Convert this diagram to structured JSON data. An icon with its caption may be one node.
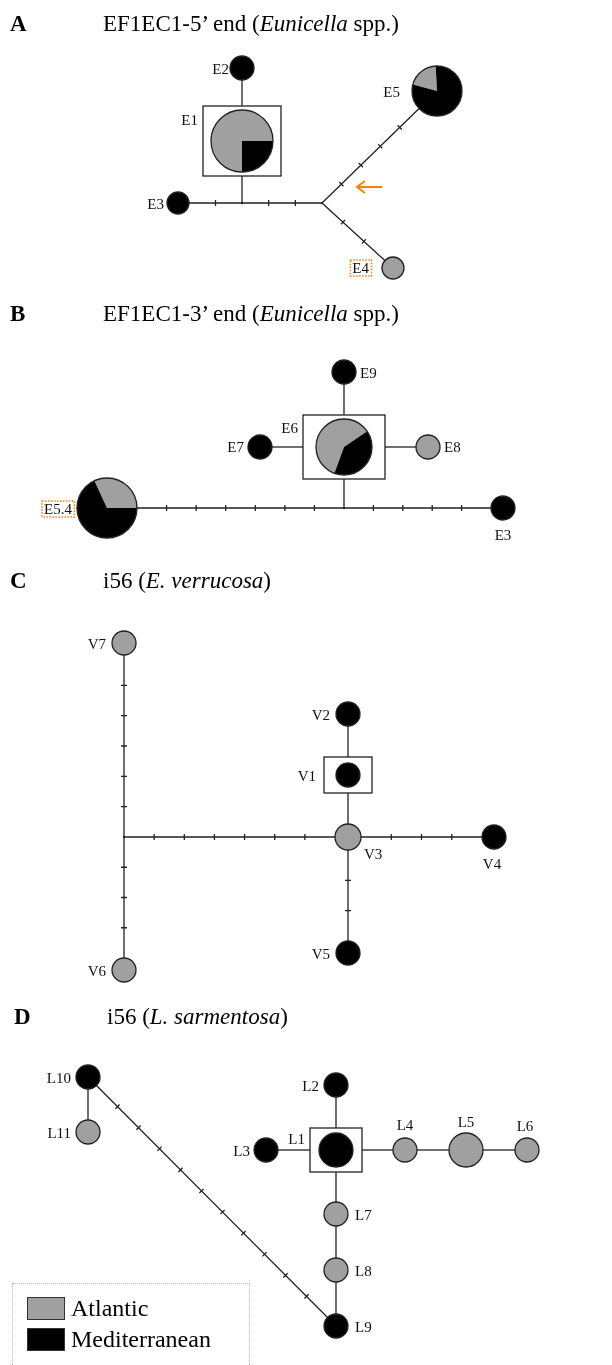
{
  "diagram": {
    "nodes": [
      {
        "text": [
          "E2"
        ]
      },
      {
        "text": [
          "E1"
        ]
      },
      {
        "text": [
          "E3"
        ]
      },
      {
        "text": [],
        "shape": "point"
      },
      {
        "text": [
          "E5"
        ]
      },
      {
        "text": [],
        "shape": "point"
      },
      {
        "text": [
          "E4"
        ]
      },
      {
        "text": [
          "E9"
        ]
      },
      {
        "text": [
          "E7"
        ]
      },
      {
        "text": [
          "E6"
        ]
      },
      {
        "text": [
          "E8"
        ]
      },
      {
        "text": [
          "E5.4"
        ]
      },
      {
        "text": [],
        "shape": "point"
      },
      {
        "text": [
          "E3"
        ]
      },
      {
        "text": [
          "V7"
        ]
      },
      {
        "text": [
          "V2"
        ]
      },
      {
        "text": [
          "V1"
        ]
      },
      {
        "text": [],
        "shape": "point"
      },
      {
        "text": [
          "V3"
        ]
      },
      {
        "text": [
          "V4"
        ]
      },
      {
        "text": [
          "V5"
        ]
      },
      {
        "text": [
          "V6"
        ]
      },
      {
        "text": [
          "L10"
        ]
      },
      {
        "text": [
          "L2"
        ]
      },
      {
        "text": [
          "L11"
        ]
      },
      {
        "text": [
          "L3"
        ]
      },
      {
        "text": [
          "L1"
        ]
      },
      {
        "text": [
          "L4"
        ]
      },
      {
        "text": [
          "L5"
        ]
      },
      {
        "text": [
          "L6"
        ]
      },
      {
        "text": [
          "L7"
        ]
      },
      {
        "text": [
          "L8"
        ]
      },
      {
        "text": [
          "L9"
        ]
      }
    ],
    "edges": [
      {
        "from": 0,
        "to": 1,
        "arrow": "none"
      },
      {
        "from": 1,
        "to": 3,
        "arrow": "none"
      },
      {
        "from": 2,
        "to": 3,
        "arrow": "none"
      },
      {
        "from": 3,
        "to": 5,
        "arrow": "none"
      },
      {
        "from": 5,
        "to": 4,
        "arrow": "none"
      },
      {
        "from": 5,
        "to": 6,
        "arrow": "none"
      },
      {
        "from": 7,
        "to": 9,
        "arrow": "none"
      },
      {
        "from": 8,
        "to": 9,
        "arrow": "none"
      },
      {
        "from": 9,
        "to": 10,
        "arrow": "none"
      },
      {
        "from": 9,
        "to": 12,
        "arrow": "none"
      },
      {
        "from": 11,
        "to": 12,
        "arrow": "none"
      },
      {
        "from": 12,
        "to": 13,
        "arrow": "none"
      },
      {
        "from": 14,
        "to": 17,
        "arrow": "none"
      },
      {
        "from": 15,
        "to": 16,
        "arrow": "none"
      },
      {
        "from": 16,
        "to": 18,
        "arrow": "none"
      },
      {
        "from": 17,
        "to": 18,
        "arrow": "none"
      },
      {
        "from": 18,
        "to": 19,
        "arrow": "none"
      },
      {
        "from": 18,
        "to": 20,
        "arrow": "none"
      },
      {
        "from": 17,
        "to": 21,
        "arrow": "none"
      },
      {
        "from": 22,
        "to": 24,
        "arrow": "none"
      },
      {
        "from": 22,
        "to": 32,
        "arrow": "none"
      },
      {
        "from": 23,
        "to": 26,
        "arrow": "none"
      },
      {
        "from": 25,
        "to": 26,
        "arrow": "none"
      },
      {
        "from": 26,
        "to": 27,
        "arrow": "none"
      },
      {
        "from": 27,
        "to": 28,
        "arrow": "none"
      },
      {
        "from": 28,
        "to": 29,
        "arrow": "none"
      },
      {
        "from": 26,
        "to": 30,
        "arrow": "none"
      },
      {
        "from": 30,
        "to": 31,
        "arrow": "none"
      },
      {
        "from": 31,
        "to": 32,
        "arrow": "none"
      }
    ],
    "labels": [
      "A",
      "EF1EC1-5’ end (*Eunicella* spp.)",
      "B",
      "EF1EC1-3’ end (*Eunicella* spp.)",
      "C",
      "i56 (*E. verrucosa*)",
      "D",
      "i56 (*L. sarmentosa*)"
    ],
    "legend": [
      {
        "text": "Atlantic",
        "color": "#a0a0a0"
      },
      {
        "text": "Mediterranean",
        "color": "#000000"
      }
    ]
  }
}
